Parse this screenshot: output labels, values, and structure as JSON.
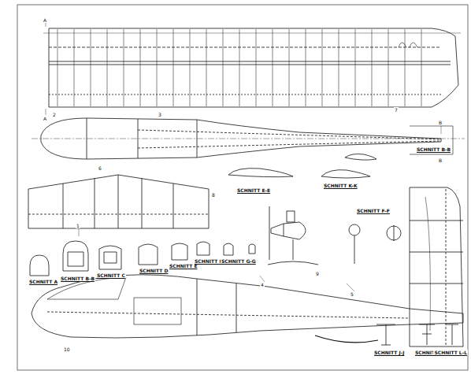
{
  "diagram": {
    "labels": [
      "SCHNITT A",
      "SCHNITT B-B",
      "SCHNITT C",
      "SCHNITT D",
      "SCHNITT E",
      "SCHNITT F-F",
      "SCHNITT G-G",
      "SCHNITT E-E",
      "SCHNITT K-K",
      "SCHNITT B-B",
      "SCHNITT F-F",
      "SCHNITT J-J",
      "SCHNITT H-H",
      "SCHNITT L-L",
      "A",
      "A",
      "B",
      "B",
      "1",
      "2",
      "3",
      "4",
      "5",
      "6",
      "7",
      "8",
      "9",
      "10"
    ]
  }
}
